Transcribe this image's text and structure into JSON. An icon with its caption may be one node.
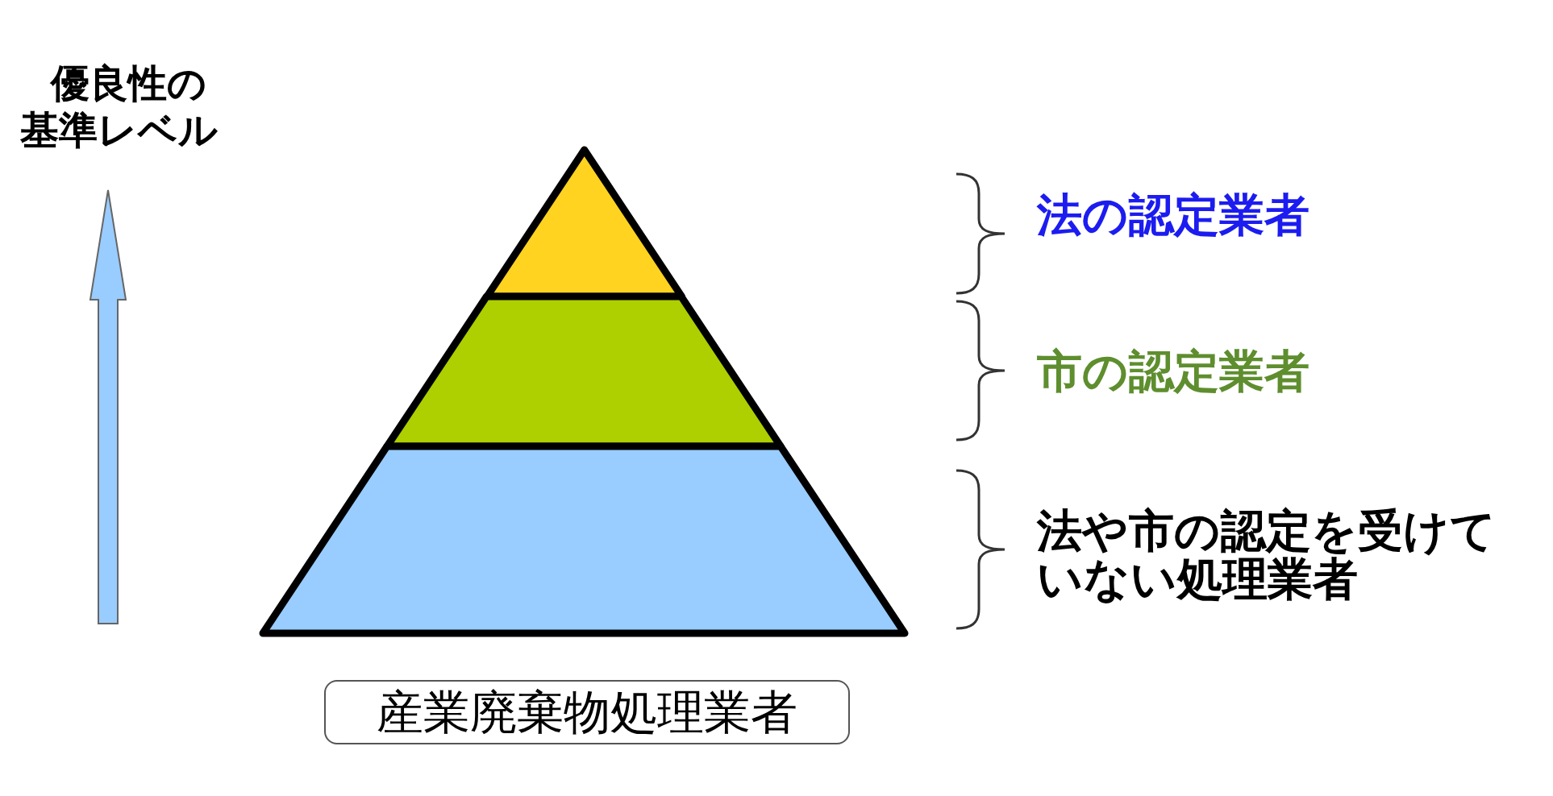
{
  "diagram": {
    "nodes": [
      {
        "text": [],
        "shape": "triangle"
      },
      {
        "text": [],
        "shape": "trapezoid"
      },
      {
        "text": [],
        "shape": "trapezoid"
      },
      {
        "text": [
          "産業廃棄物処理業者"
        ]
      }
    ],
    "labels": [
      "優良性の基準レベル",
      "法の認定業者",
      "市の認定業者",
      "法や市の認定を受けていない処理業者"
    ]
  }
}
